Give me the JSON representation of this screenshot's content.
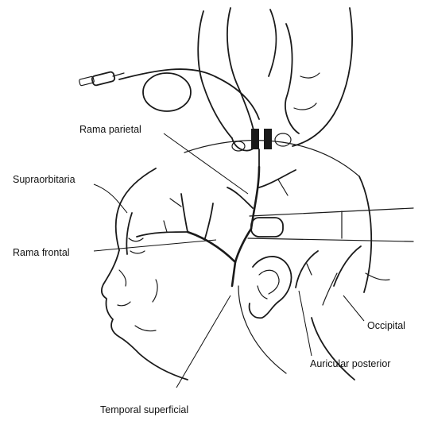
{
  "labels": {
    "rama_parietal": "Rama parietal",
    "supraorbitaria": "Supraorbitaria",
    "rama_frontal": "Rama frontal",
    "temporal_superficial": "Temporal superficial",
    "occipital": "Occipital",
    "auricular_posterior": "Auricular posterior"
  }
}
